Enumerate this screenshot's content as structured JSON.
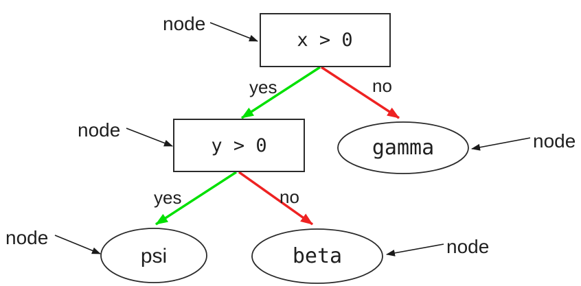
{
  "diagram": {
    "type": "decision-tree",
    "nodes": {
      "root": {
        "label": "x > 0",
        "shape": "box"
      },
      "y": {
        "label": "y > 0",
        "shape": "box"
      },
      "gamma": {
        "label": "gamma",
        "shape": "ellipse"
      },
      "psi": {
        "label": "psi",
        "shape": "ellipse"
      },
      "beta": {
        "label": "beta",
        "shape": "ellipse"
      }
    },
    "edges": [
      {
        "from": "x > 0",
        "to": "y > 0",
        "label": "yes",
        "color": "#00e000"
      },
      {
        "from": "x > 0",
        "to": "gamma",
        "label": "no",
        "color": "#ee2222"
      },
      {
        "from": "y > 0",
        "to": "psi",
        "label": "yes",
        "color": "#00e000"
      },
      {
        "from": "y > 0",
        "to": "beta",
        "label": "no",
        "color": "#ee2222"
      }
    ],
    "annotations": [
      {
        "label": "node",
        "target": "x > 0"
      },
      {
        "label": "node",
        "target": "y > 0"
      },
      {
        "label": "node",
        "target": "gamma"
      },
      {
        "label": "node",
        "target": "psi"
      },
      {
        "label": "node",
        "target": "beta"
      }
    ],
    "colors": {
      "yes_edge": "#00e000",
      "no_edge": "#ee2222",
      "outline": "#2a2a2a",
      "text": "#1f1f1f",
      "background": "#ffffff"
    }
  }
}
